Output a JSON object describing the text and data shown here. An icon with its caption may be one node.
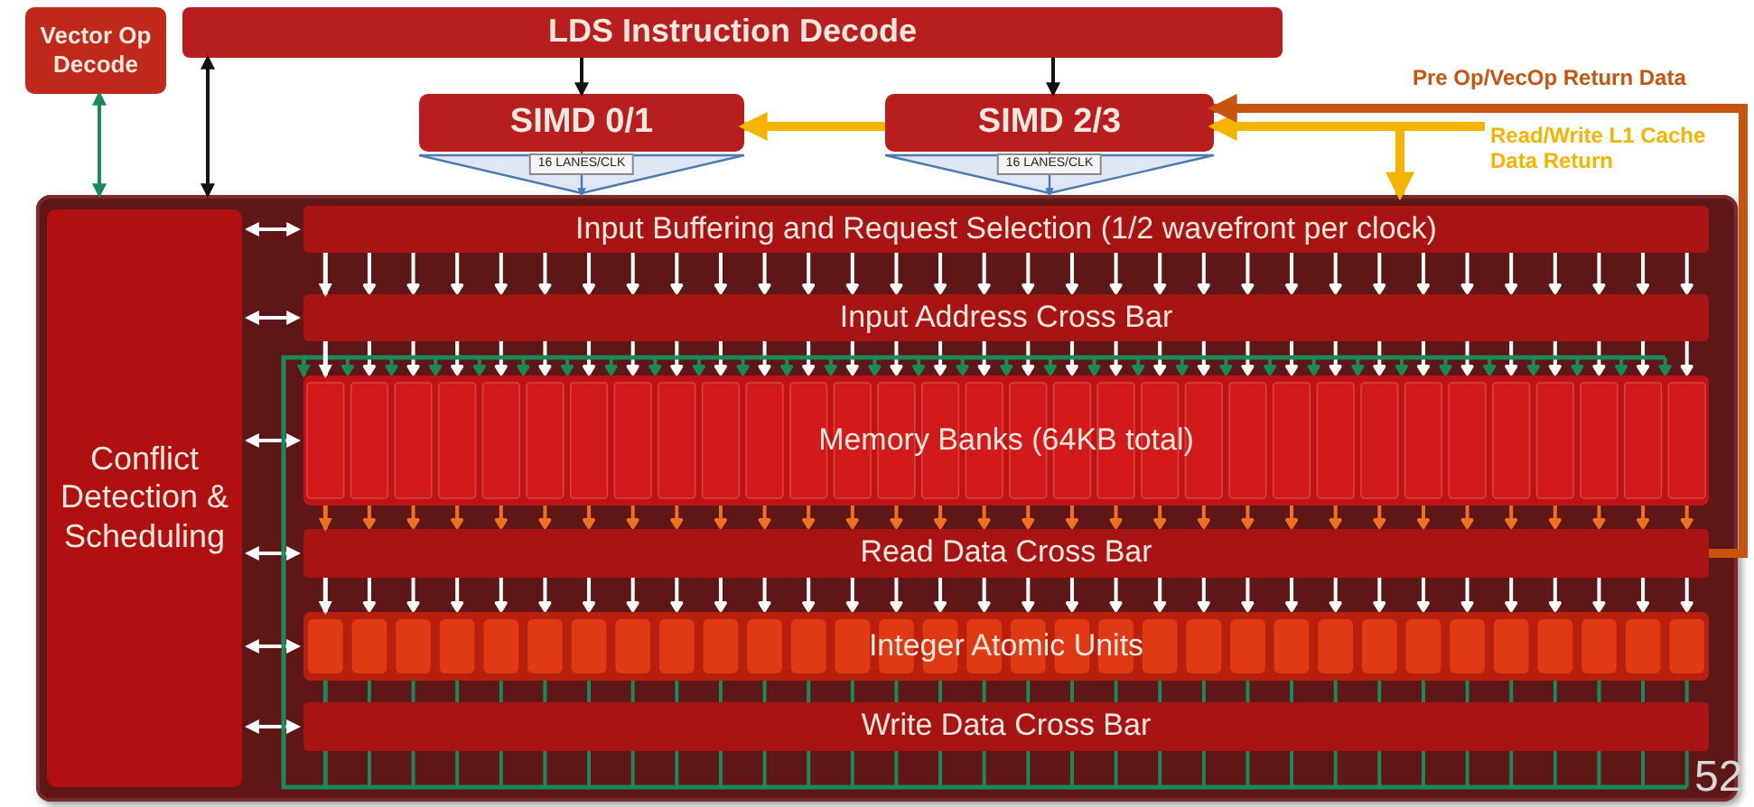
{
  "diagram": {
    "nodes": [
      {
        "text": [
          "Vector Op Decode"
        ]
      },
      {
        "text": [
          "LDS Instruction Decode"
        ]
      },
      {
        "text": [
          "SIMD 0/1"
        ]
      },
      {
        "text": [
          "SIMD 2/3"
        ]
      },
      {
        "text": [],
        "shape": "box"
      },
      {
        "text": [
          "Conflict Detection & Scheduling"
        ],
        "in": 4
      },
      {
        "text": [
          "Input Buffering and Request Selection (1/2 wavefront per clock)"
        ],
        "in": 4
      },
      {
        "text": [
          "Input Address Cross Bar"
        ],
        "in": 4
      },
      {
        "text": [
          "Memory Banks (64KB total)"
        ],
        "in": 4
      },
      {
        "text": [
          "Read Data Cross Bar"
        ],
        "in": 4
      },
      {
        "text": [
          "Integer Atomic Units"
        ],
        "in": 4
      },
      {
        "text": [
          "Write Data Cross Bar"
        ],
        "in": 4
      }
    ],
    "edges": [
      {
        "from": 0,
        "to": 4,
        "arrow": "both",
        "color": "#1a8a5a"
      },
      {
        "from": 1,
        "to": 4,
        "arrow": "both",
        "color": "#111111"
      },
      {
        "from": 1,
        "to": 2,
        "arrow": "to",
        "color": "#111111"
      },
      {
        "from": 1,
        "to": 3,
        "arrow": "to",
        "color": "#111111"
      },
      {
        "from": 2,
        "to": 4,
        "arrow": "to",
        "label": "16 LANES/CLK",
        "color": "#4a7ab0"
      },
      {
        "from": 3,
        "to": 4,
        "arrow": "to",
        "label": "16 LANES/CLK",
        "color": "#4a7ab0"
      },
      {
        "from": 3,
        "to": 2,
        "arrow": "to",
        "style": "thick",
        "color": "#f5b400"
      },
      {
        "from": null,
        "to": 3,
        "arrow": "to",
        "style": "thick",
        "color": "#f5b400",
        "label": "Read/Write L1 Cache Data Return"
      },
      {
        "from": null,
        "to": 4,
        "arrow": "to",
        "style": "thick",
        "color": "#f5b400"
      },
      {
        "from": 9,
        "to": 3,
        "arrow": "to",
        "style": "thick",
        "color": "#c8550f",
        "label": "Pre Op/VecOp Return Data"
      },
      {
        "from": 5,
        "to": 6,
        "arrow": "both",
        "color": "#ffffff"
      },
      {
        "from": 5,
        "to": 7,
        "arrow": "both",
        "color": "#ffffff"
      },
      {
        "from": 5,
        "to": 8,
        "arrow": "both",
        "color": "#ffffff"
      },
      {
        "from": 5,
        "to": 9,
        "arrow": "both",
        "color": "#ffffff"
      },
      {
        "from": 5,
        "to": 10,
        "arrow": "both",
        "color": "#ffffff"
      },
      {
        "from": 5,
        "to": 11,
        "arrow": "both",
        "color": "#ffffff"
      },
      {
        "from": 6,
        "to": 7,
        "arrow": "to",
        "color": "#ffffff"
      },
      {
        "from": 7,
        "to": 8,
        "arrow": "to",
        "color": "#ffffff"
      },
      {
        "from": 8,
        "to": 9,
        "arrow": "to",
        "color": "#f07020"
      },
      {
        "from": 9,
        "to": 10,
        "arrow": "to",
        "color": "#ffffff"
      },
      {
        "from": 10,
        "to": 11,
        "arrow": "none",
        "color": "#1a8a5a"
      },
      {
        "from": 11,
        "to": 8,
        "arrow": "to",
        "color": "#1a8a5a"
      }
    ],
    "labels": [
      "52"
    ]
  }
}
